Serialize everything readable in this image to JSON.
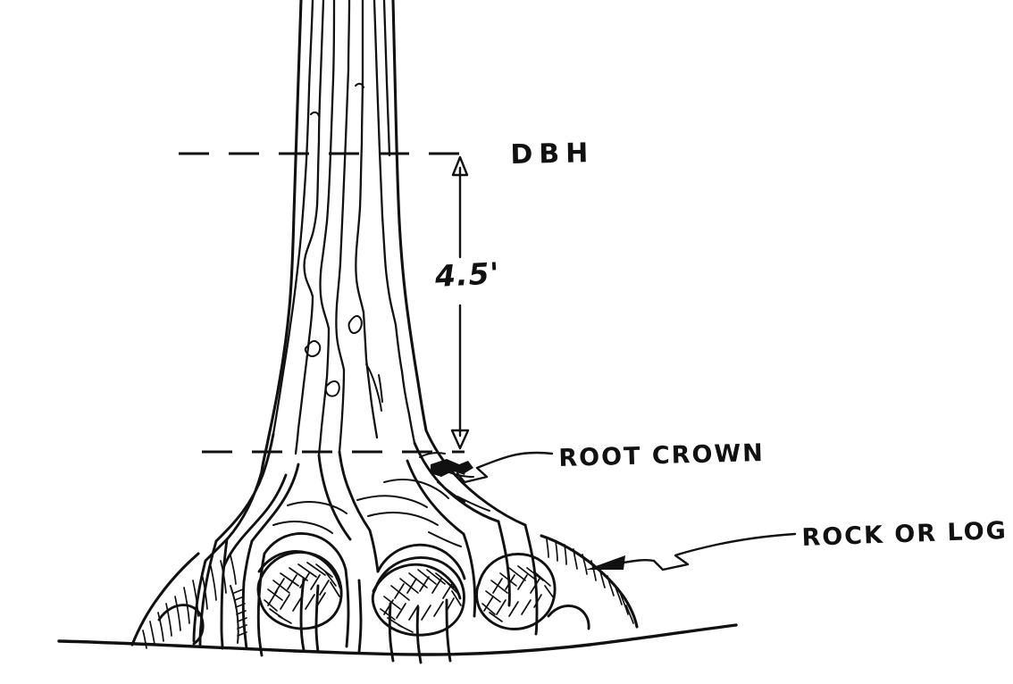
{
  "document": {
    "title": "Tree Diameter at Breast Height (DBH) Measurement Diagram",
    "medium": "hand-drawn ink sketch",
    "ink_color": "#111111",
    "background_color": "#ffffff"
  },
  "labels": {
    "dbh": "DBH",
    "height": "4.5'",
    "root_crown": "ROOT CROWN",
    "rock_or_log": "ROCK OR LOG"
  },
  "annotations": {
    "dbh_line": {
      "description": "upper dashed reference line at breast height",
      "style": "dashed"
    },
    "root_crown_line": {
      "description": "lower dashed reference line at root crown",
      "style": "dashed"
    },
    "dimension": {
      "value": "4.5'",
      "description": "vertical dimension between root crown and DBH with arrowheads at both ends"
    },
    "leaders": [
      {
        "label": "ROOT CROWN",
        "target": "root crown flare junction"
      },
      {
        "label": "ROCK OR LOG",
        "target": "hatched mound at base of tree"
      }
    ]
  },
  "scene": {
    "elements": [
      "tree-trunk",
      "bark-furrows",
      "root-flare",
      "buttress-roots",
      "rock-or-log-mound",
      "ground-line"
    ]
  }
}
